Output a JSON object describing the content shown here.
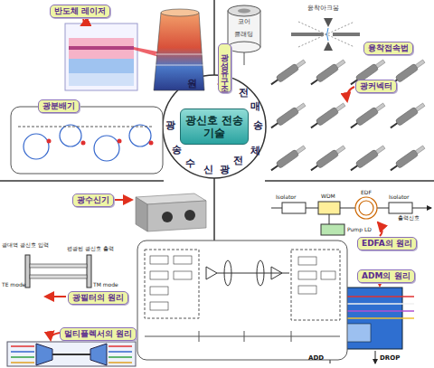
{
  "diagram": {
    "nodes": [
      {
        "text": [
          "반도체 레이저"
        ]
      },
      {
        "text": [
          "광섬유구조"
        ]
      },
      {
        "text": [
          "융착접속법"
        ]
      },
      {
        "text": [
          "광커넥터"
        ]
      },
      {
        "text": [
          "광분배기"
        ]
      },
      {
        "text": [
          "광신호 전송기술"
        ]
      },
      {
        "text": [
          "광수신기"
        ]
      },
      {
        "text": [
          "EDFA의 원리"
        ]
      },
      {
        "text": [
          "ADM의 원리"
        ]
      },
      {
        "text": [
          "광필터의 원리"
        ]
      },
      {
        "text": [
          "멀티플렉서의 원리"
        ]
      }
    ],
    "labels": [
      "원",
      "광",
      "전",
      "매",
      "송",
      "체",
      "광",
      "송",
      "수",
      "신",
      "전",
      "광",
      "코어",
      "클래딩",
      "융착아크봉",
      "Isolator",
      "WDM",
      "EDF",
      "Isolator",
      "Pump LD",
      "출력신호",
      "광대역 광신호 입력",
      "편광된 광신호 출력",
      "TE mode",
      "TM mode",
      "ADD",
      "DROP"
    ]
  }
}
